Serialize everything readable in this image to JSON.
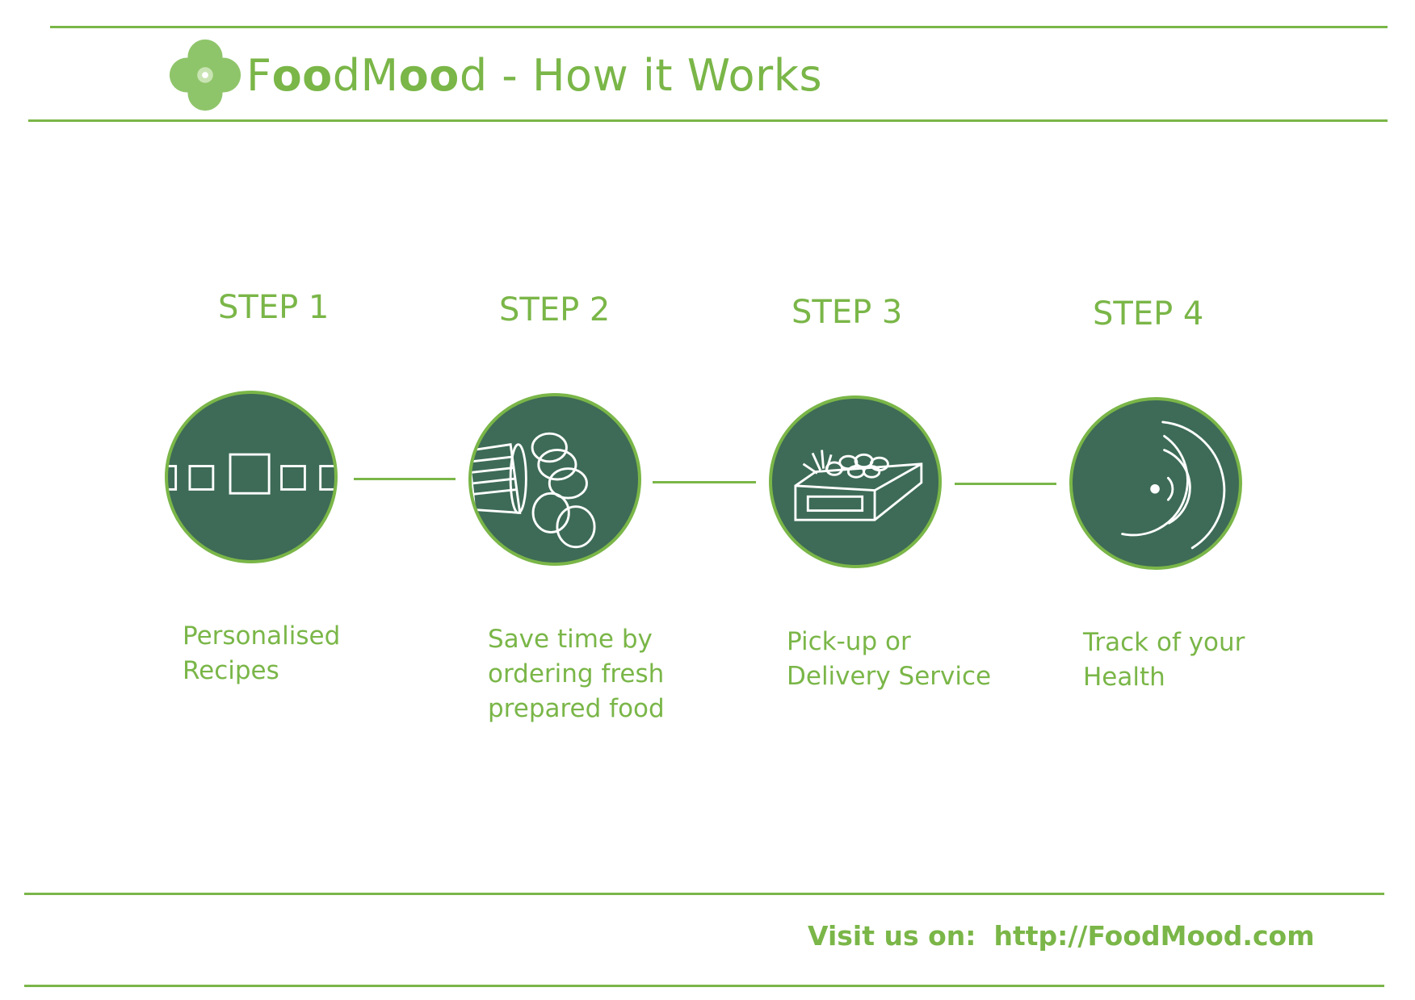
{
  "header": {
    "brand_part1": "F",
    "brand_part2": "oo",
    "brand_part3": "dM",
    "brand_part4": "oo",
    "brand_part5": "d",
    "subtitle": " - How it Works"
  },
  "steps": [
    {
      "label": "STEP 1",
      "icon": "recipe-cards-icon",
      "desc_lines": [
        "Personalised",
        "Recipes"
      ]
    },
    {
      "label": "STEP 2",
      "icon": "fresh-food-icon",
      "desc_lines": [
        "Save time by",
        "ordering fresh",
        "prepared food"
      ]
    },
    {
      "label": "STEP 3",
      "icon": "produce-box-icon",
      "desc_lines": [
        "Pick-up or",
        "Delivery Service"
      ]
    },
    {
      "label": "STEP 4",
      "icon": "health-radar-icon",
      "desc_lines": [
        "Track of your",
        "Health"
      ]
    }
  ],
  "footer": {
    "label": "Visit us on:",
    "url": "http://FoodMood.com"
  },
  "colors": {
    "accent": "#7ab648",
    "circle_fill": "#3d6b57",
    "logo_light": "#8fc56a"
  }
}
